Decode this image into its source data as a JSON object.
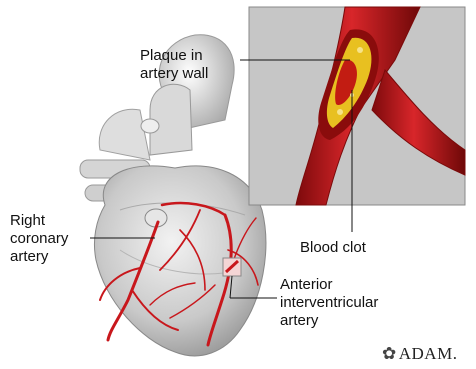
{
  "labels": {
    "plaque": [
      "Plaque in",
      "artery wall"
    ],
    "blood_clot": "Blood clot",
    "right_coronary": [
      "Right",
      "coronary",
      "artery"
    ],
    "anterior": [
      "Anterior",
      "interventricular",
      "artery"
    ]
  },
  "logo": {
    "mark": "✿",
    "text": "ADAM."
  },
  "colors": {
    "artery": "#c8171c",
    "plaque": "#e8c020",
    "inset_bg": "#c6c6c6",
    "heart": "#cfcfcf"
  }
}
